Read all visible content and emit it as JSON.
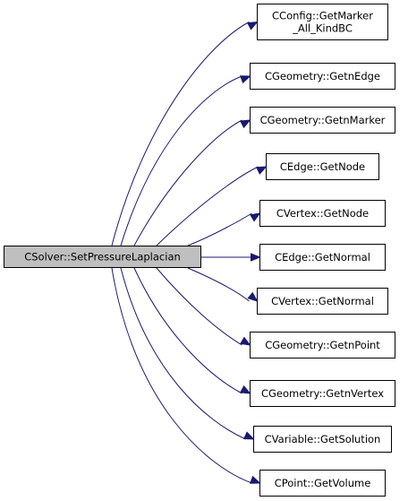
{
  "root": {
    "label": "CSolver::SetPressureLaplacian"
  },
  "callees": [
    {
      "lines": [
        "CConfig::GetMarker",
        "_All_KindBC"
      ]
    },
    {
      "lines": [
        "CGeometry::GetnEdge"
      ]
    },
    {
      "lines": [
        "CGeometry::GetnMarker"
      ]
    },
    {
      "lines": [
        "CEdge::GetNode"
      ]
    },
    {
      "lines": [
        "CVertex::GetNode"
      ]
    },
    {
      "lines": [
        "CEdge::GetNormal"
      ]
    },
    {
      "lines": [
        "CVertex::GetNormal"
      ]
    },
    {
      "lines": [
        "CGeometry::GetnPoint"
      ]
    },
    {
      "lines": [
        "CGeometry::GetnVertex"
      ]
    },
    {
      "lines": [
        "CVariable::GetSolution"
      ]
    },
    {
      "lines": [
        "CPoint::GetVolume"
      ]
    }
  ],
  "colors": {
    "edge": "#191970",
    "root_fill": "#bfbfbf",
    "node_fill": "#ffffff",
    "border": "#000000"
  }
}
